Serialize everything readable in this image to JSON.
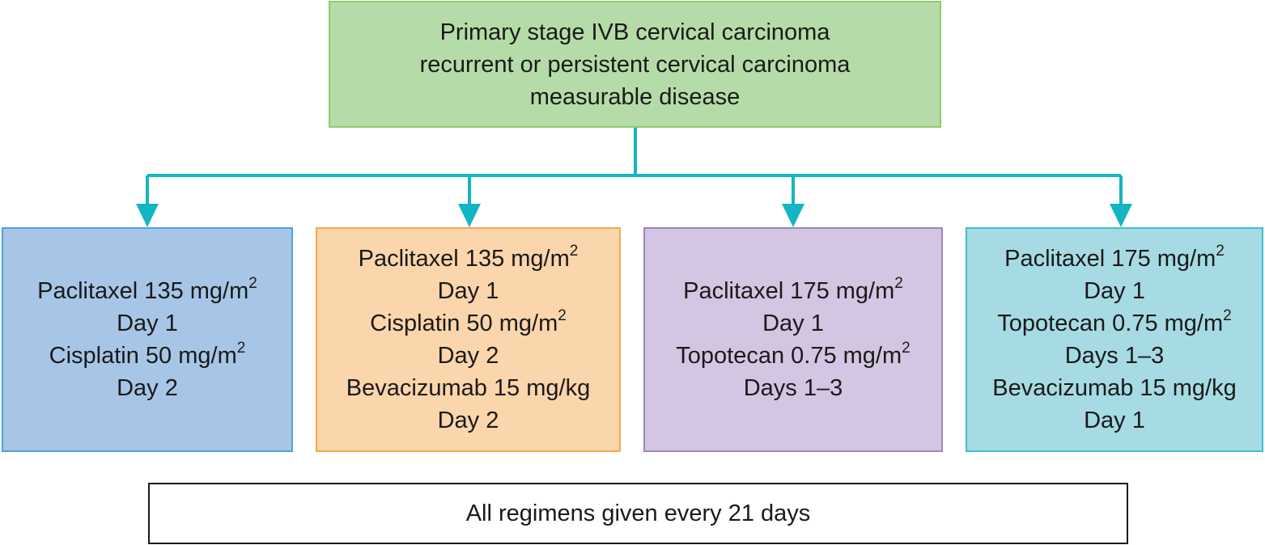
{
  "top_box": {
    "lines": [
      "Primary stage IVB cervical carcinoma",
      "recurrent or persistent cervical carcinoma",
      "measurable disease"
    ]
  },
  "regimens": [
    {
      "lines": [
        {
          "text": "Paclitaxel 135 mg/m",
          "sup": "2"
        },
        {
          "text": "Day 1",
          "sup": ""
        },
        {
          "text": "Cisplatin 50 mg/m",
          "sup": "2"
        },
        {
          "text": "Day 2",
          "sup": ""
        }
      ]
    },
    {
      "lines": [
        {
          "text": "Paclitaxel 135 mg/m",
          "sup": "2"
        },
        {
          "text": "Day 1",
          "sup": ""
        },
        {
          "text": "Cisplatin 50 mg/m",
          "sup": "2"
        },
        {
          "text": "Day 2",
          "sup": ""
        },
        {
          "text": "Bevacizumab 15 mg/kg",
          "sup": ""
        },
        {
          "text": "Day 2",
          "sup": ""
        }
      ]
    },
    {
      "lines": [
        {
          "text": "Paclitaxel 175 mg/m",
          "sup": "2"
        },
        {
          "text": "Day 1",
          "sup": ""
        },
        {
          "text": "Topotecan 0.75 mg/m",
          "sup": "2"
        },
        {
          "text": "Days 1–3",
          "sup": ""
        }
      ]
    },
    {
      "lines": [
        {
          "text": "Paclitaxel 175 mg/m",
          "sup": "2"
        },
        {
          "text": "Day 1",
          "sup": ""
        },
        {
          "text": "Topotecan 0.75 mg/m",
          "sup": "2"
        },
        {
          "text": "Days 1–3",
          "sup": ""
        },
        {
          "text": "Bevacizumab 15 mg/kg",
          "sup": ""
        },
        {
          "text": "Day 1",
          "sup": ""
        }
      ]
    }
  ],
  "footer": {
    "text": "All regimens given every 21 days"
  },
  "colors": {
    "connector": "#13b5c3",
    "top_fill": "#b5dca8",
    "regimen_1_fill": "#a7c6e7",
    "regimen_2_fill": "#fbd5ab",
    "regimen_3_fill": "#d4c5e2",
    "regimen_4_fill": "#a6dbe3"
  }
}
